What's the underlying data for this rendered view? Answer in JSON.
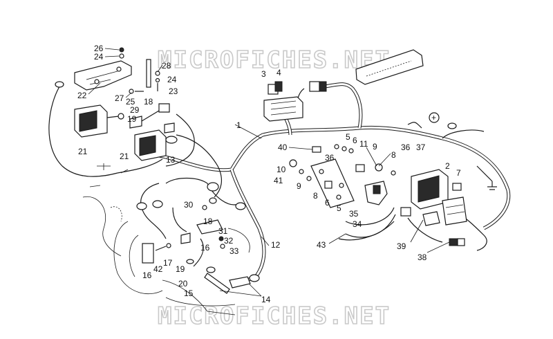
{
  "watermark": {
    "top": "MICROFICHES.NET",
    "bottom": "MICROFICHES.NET"
  },
  "symbols": {
    "plus": "+"
  },
  "callouts": [
    {
      "id": "c-26",
      "text": "26"
    },
    {
      "id": "c-24a",
      "text": "24"
    },
    {
      "id": "c-28",
      "text": "28"
    },
    {
      "id": "c-24b",
      "text": "24"
    },
    {
      "id": "c-23",
      "text": "23"
    },
    {
      "id": "c-22",
      "text": "22"
    },
    {
      "id": "c-27",
      "text": "27"
    },
    {
      "id": "c-25",
      "text": "25"
    },
    {
      "id": "c-18a",
      "text": "18"
    },
    {
      "id": "c-29",
      "text": "29"
    },
    {
      "id": "c-19a",
      "text": "19"
    },
    {
      "id": "c-21a",
      "text": "21"
    },
    {
      "id": "c-21b",
      "text": "21"
    },
    {
      "id": "c-13",
      "text": "13"
    },
    {
      "id": "c-3",
      "text": "3"
    },
    {
      "id": "c-4",
      "text": "4"
    },
    {
      "id": "c-1",
      "text": "1"
    },
    {
      "id": "c-40",
      "text": "40"
    },
    {
      "id": "c-5a",
      "text": "5"
    },
    {
      "id": "c-6a",
      "text": "6"
    },
    {
      "id": "c-11",
      "text": "11"
    },
    {
      "id": "c-9a",
      "text": "9"
    },
    {
      "id": "c-8a",
      "text": "8"
    },
    {
      "id": "c-36a",
      "text": "36"
    },
    {
      "id": "c-36b",
      "text": "36"
    },
    {
      "id": "c-37",
      "text": "37"
    },
    {
      "id": "c-2",
      "text": "2"
    },
    {
      "id": "c-7",
      "text": "7"
    },
    {
      "id": "c-10",
      "text": "10"
    },
    {
      "id": "c-41",
      "text": "41"
    },
    {
      "id": "c-9b",
      "text": "9"
    },
    {
      "id": "c-8b",
      "text": "8"
    },
    {
      "id": "c-6b",
      "text": "6"
    },
    {
      "id": "c-5b",
      "text": "5"
    },
    {
      "id": "c-35",
      "text": "35"
    },
    {
      "id": "c-34",
      "text": "34"
    },
    {
      "id": "c-30",
      "text": "30"
    },
    {
      "id": "c-18b",
      "text": "18"
    },
    {
      "id": "c-31",
      "text": "31"
    },
    {
      "id": "c-32",
      "text": "32"
    },
    {
      "id": "c-33",
      "text": "33"
    },
    {
      "id": "c-16a",
      "text": "16"
    },
    {
      "id": "c-17",
      "text": "17"
    },
    {
      "id": "c-12",
      "text": "12"
    },
    {
      "id": "c-42",
      "text": "42"
    },
    {
      "id": "c-16b",
      "text": "16"
    },
    {
      "id": "c-19b",
      "text": "19"
    },
    {
      "id": "c-20",
      "text": "20"
    },
    {
      "id": "c-15",
      "text": "15"
    },
    {
      "id": "c-14",
      "text": "14"
    },
    {
      "id": "c-43",
      "text": "43"
    },
    {
      "id": "c-39",
      "text": "39"
    },
    {
      "id": "c-38",
      "text": "38"
    }
  ],
  "colors": {
    "ink": "#1a1a1a",
    "watermark": "#c9c9c9",
    "background": "#ffffff"
  }
}
